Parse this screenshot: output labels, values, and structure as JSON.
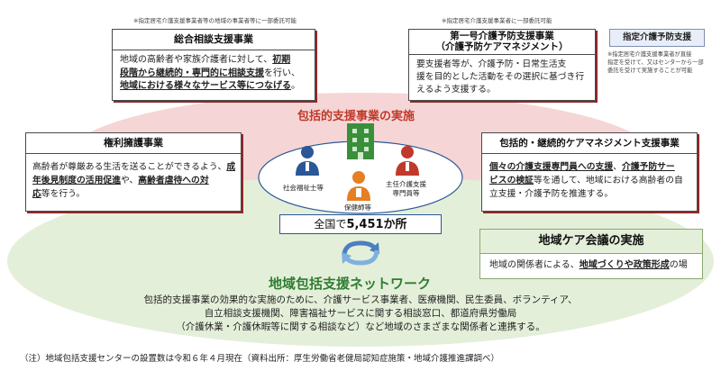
{
  "top_notes": {
    "left": "※指定居宅介護支援事業者等の地域の事業者等に一部委託可能",
    "right": "※指定居宅介護支援事業者に一部委託可能"
  },
  "general_consult": {
    "title": "総合相談支援事業",
    "line1_pre": "地域の高齢者や家族介護者に対して、",
    "line1_ul": "初期",
    "line2_ul": "段階から継続的・専門的に相談支援",
    "line2_post": "を行い、",
    "line3_ul": "地域における様々なサービス等につなげる",
    "line3_post": "。"
  },
  "prevention_care": {
    "title_line1": "第一号介護予防支援事業",
    "title_line2": "（介護予防ケアマネジメント）",
    "body_line1": "要支援者等が、介護予防・日常生活支",
    "body_line2": "援を目的とした活動をその選択に基づき行",
    "body_line3": "えるよう支援する。"
  },
  "designated_prevention": {
    "title": "指定介護予防支援",
    "note_line1": "※指定居宅介護支援事業者が直接",
    "note_line2": "指定を受けて、又はセンターから一部",
    "note_line3": "委託を受けて実施することが可能"
  },
  "center_label": "包括的支援事業の実施",
  "rights": {
    "title": "権利擁護事業",
    "line1_pre": "高齢者が尊厳ある生活を送ることができるよう、",
    "line1_ul": "成",
    "line2_ul": "年後見制度の活用促進",
    "line2_mid": "や、",
    "line2_ul2": "高齢者虐待への対",
    "line3_ul": "応",
    "line3_post": "等を行う。"
  },
  "staff": {
    "social_worker": "社会福祉士等",
    "care_manager_line1": "主任介護支援",
    "care_manager_line2": "専門員等",
    "nurse": "保健師等"
  },
  "count": {
    "prefix": "全国で",
    "value": "5,451か所"
  },
  "continuous_mgmt": {
    "title": "包括的・継続的ケアマネジメント支援事業",
    "line1_ul": "個々の介護支援専門員への支援",
    "line1_mid": "、",
    "line1_ul2": "介護予防サー",
    "line2_ul": "ビスの検証",
    "line2_post": "等を通して、地域における高齢者の自",
    "line3": "立支援・介護予防を推進する。"
  },
  "community_meeting": {
    "title": "地域ケア会議の実施",
    "body_pre": "地域の関係者による、",
    "body_ul": "地域づくりや政策形成",
    "body_post": "の場"
  },
  "network": {
    "title": "地域包括支援ネットワーク",
    "line1": "包括的支援事業の効果的な実施のために、介護サービス事業者、医療機関、民生委員、ボランティア、",
    "line2": "自立相談支援機関、障害福祉サービスに関する相談窓口、都道府県労働局",
    "line3": "（介護休業・介護休暇等に関する相談など）など地域のさまざまな関係者と連携する。"
  },
  "footnote": "（注）地域包括支援センターの設置数は令和６年４月現在（資料出所：厚生労働省老健局認知症施策・地域介護推進課調べ）",
  "colors": {
    "pink_band": "#f7dcdc",
    "green_band": "#e3efd6",
    "accent_red": "#c0392b",
    "accent_green": "#2e7d32",
    "blue_person": "#2b5797",
    "orange_person": "#e67e22",
    "red_person": "#c0392b",
    "building": "#3a8f3a"
  }
}
